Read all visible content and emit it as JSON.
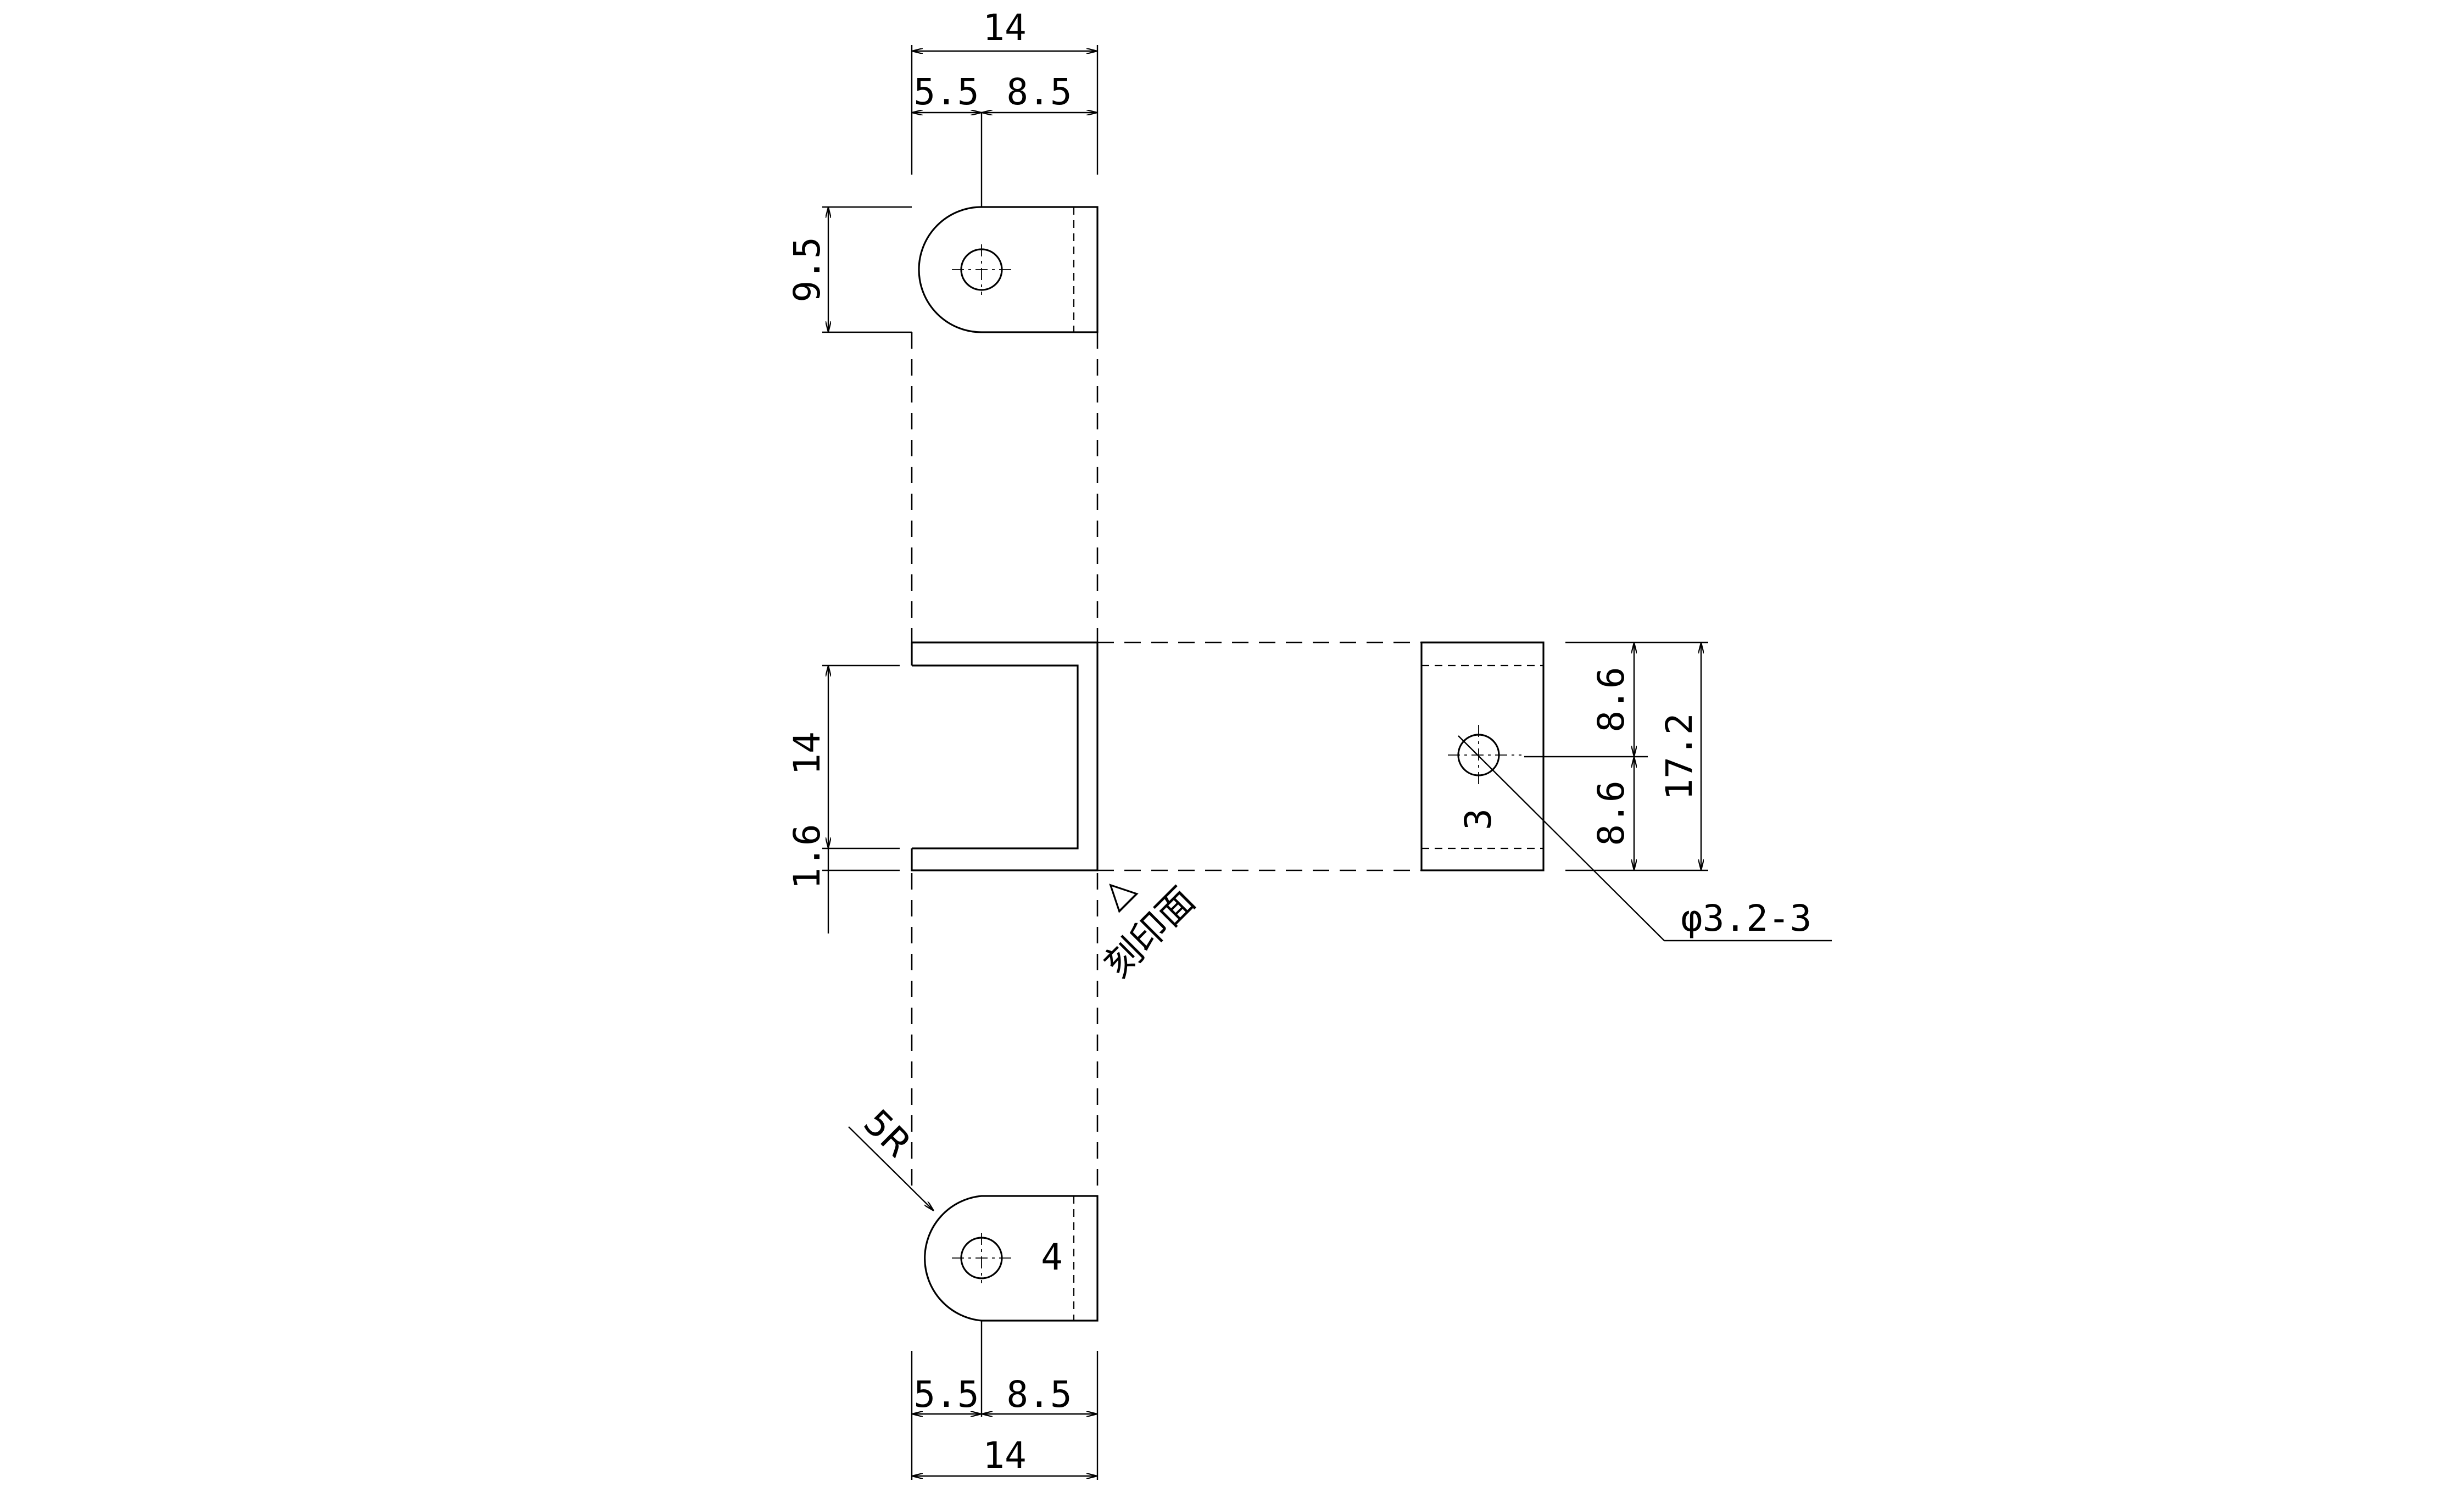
{
  "colors": {
    "line": "#000000",
    "background": "#ffffff"
  },
  "top_view": {
    "overall_width": "14",
    "left_offset": "5.5",
    "right_offset": "8.5",
    "height": "9.5"
  },
  "front_view": {
    "inner_height": "14",
    "thickness": "1.6",
    "stamp_symbol": "△",
    "stamp_label": "刻印面"
  },
  "side_view": {
    "upper_half": "8.6",
    "lower_half": "8.6",
    "overall": "17.2",
    "hole_dim": "3",
    "hole_callout": "φ3.2-3"
  },
  "bottom_view": {
    "radius": "5R",
    "hole_dim": "4",
    "left_offset": "5.5",
    "right_offset": "8.5",
    "overall_width": "14"
  }
}
